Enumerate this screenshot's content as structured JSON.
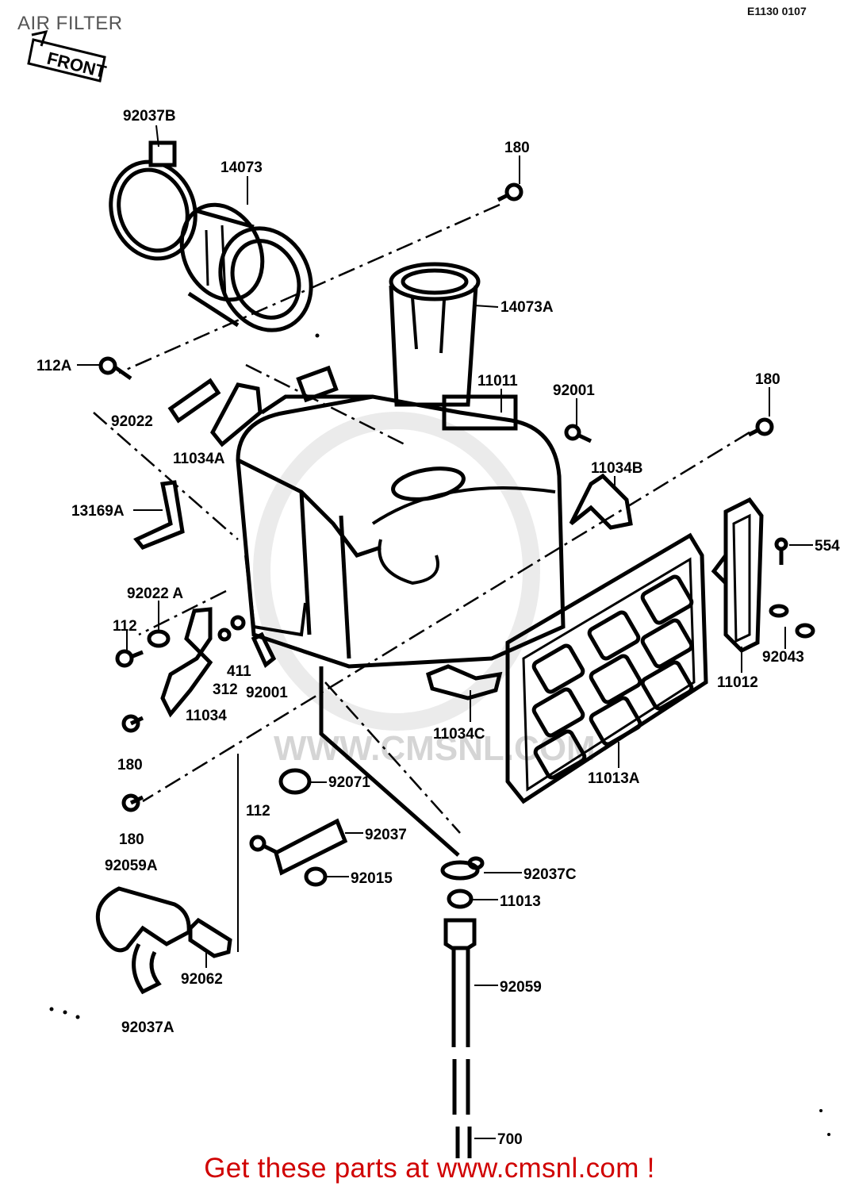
{
  "header": {
    "title": "AIR FILTER",
    "catalog_code": "E1130 0107"
  },
  "diagram": {
    "orientation_label": "FRONT",
    "watermark": "WWW.CMSNL.COM",
    "part_labels": [
      {
        "id": "92037B",
        "text": "92037B"
      },
      {
        "id": "14073",
        "text": "14073"
      },
      {
        "id": "180a",
        "text": "180"
      },
      {
        "id": "14073A",
        "text": "14073A"
      },
      {
        "id": "112A",
        "text": "112A"
      },
      {
        "id": "11011",
        "text": "11011"
      },
      {
        "id": "92001a",
        "text": "92001"
      },
      {
        "id": "180b",
        "text": "180"
      },
      {
        "id": "92022",
        "text": "92022"
      },
      {
        "id": "11034A",
        "text": "11034A"
      },
      {
        "id": "11034B",
        "text": "11034B"
      },
      {
        "id": "13169A",
        "text": "13169A"
      },
      {
        "id": "554",
        "text": "554"
      },
      {
        "id": "92022A",
        "text": "92022 A"
      },
      {
        "id": "112a",
        "text": "112"
      },
      {
        "id": "411",
        "text": "411"
      },
      {
        "id": "312",
        "text": "312"
      },
      {
        "id": "92001b",
        "text": "92001"
      },
      {
        "id": "92043",
        "text": "92043"
      },
      {
        "id": "11034",
        "text": "11034"
      },
      {
        "id": "11012",
        "text": "11012"
      },
      {
        "id": "11034C",
        "text": "11034C"
      },
      {
        "id": "180c",
        "text": "180"
      },
      {
        "id": "11013A",
        "text": "11013A"
      },
      {
        "id": "92071",
        "text": "92071"
      },
      {
        "id": "180d",
        "text": "180"
      },
      {
        "id": "112b",
        "text": "112"
      },
      {
        "id": "92037",
        "text": "92037"
      },
      {
        "id": "92059A",
        "text": "92059A"
      },
      {
        "id": "92015",
        "text": "92015"
      },
      {
        "id": "92037C",
        "text": "92037C"
      },
      {
        "id": "11013",
        "text": "11013"
      },
      {
        "id": "92062",
        "text": "92062"
      },
      {
        "id": "92059",
        "text": "92059"
      },
      {
        "id": "92037A",
        "text": "92037A"
      },
      {
        "id": "700",
        "text": "700"
      }
    ]
  },
  "footer": {
    "link_text": "Get these parts at www.cmsnl.com !"
  },
  "colors": {
    "ink": "#000000",
    "footer_link": "#d00000",
    "title_text": "#555555"
  }
}
